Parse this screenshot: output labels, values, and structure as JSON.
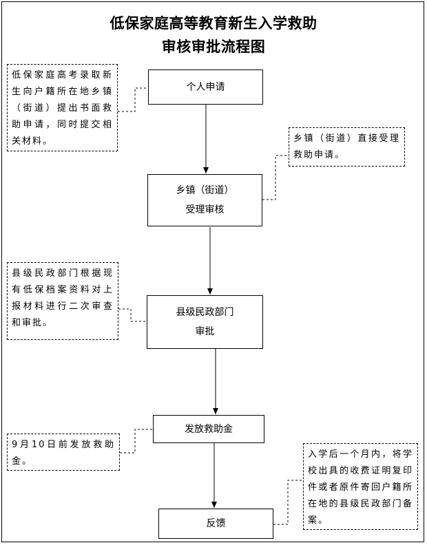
{
  "title": {
    "line1": "低保家庭高等教育新生入学救助",
    "line2": "审核审批流程图"
  },
  "steps": {
    "s1": {
      "line1": "个人申请"
    },
    "s2": {
      "line1": "乡镇（街道）",
      "line2": "受理审核"
    },
    "s3": {
      "line1": "县级民政部门",
      "line2": "审批"
    },
    "s4": {
      "line1": "发放救助金"
    },
    "s5": {
      "line1": "反馈"
    }
  },
  "notes": {
    "n1": "低保家庭高考录取新生向户籍所在地乡镇（街道）提出书面救助申请，同时提交相关材料。",
    "n2": "乡镇（街道）直接受理救助申请。",
    "n3": "县级民政部门根据现有低保档案资料对上报材料进行二次审查和审批。",
    "n4": "9月10日前发放救助金。",
    "n5": "入学后一个月内，将学校出具的收费证明复印件或者原件寄回户籍所在地的县级民政部门备案。"
  }
}
